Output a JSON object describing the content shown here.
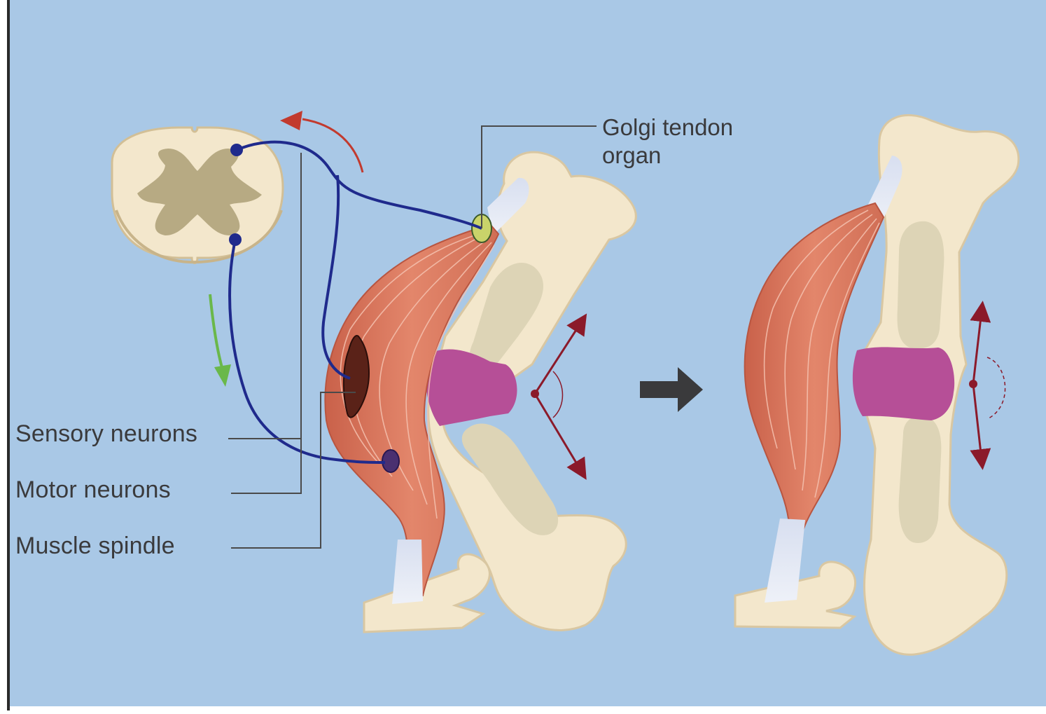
{
  "labels": {
    "golgi_line1": "Golgi tendon",
    "golgi_line2": "organ",
    "sensory": "Sensory neurons",
    "motor": "Motor neurons",
    "spindle": "Muscle spindle"
  },
  "colors": {
    "background": "#a9c8e6",
    "bone": "#f3e7cc",
    "bone_outline": "#d9c7a2",
    "marrow": "#ddd4b6",
    "muscle": "#d9775d",
    "joint": "#b64f97",
    "neuron": "#1f2a8c",
    "red_arrow": "#c23a2e",
    "green_arrow": "#6ab84a",
    "direction_arrow": "#8b1a2a",
    "gray_matter": "#b7aa83",
    "label_text": "#3a3a3c"
  }
}
